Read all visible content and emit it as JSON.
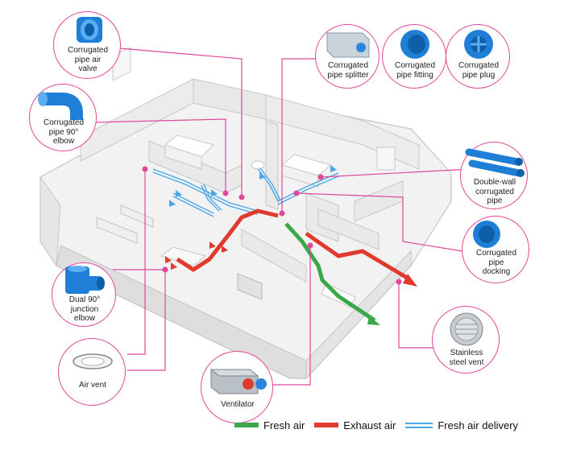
{
  "callouts": [
    {
      "id": "valve",
      "label": "Corrugated\npipe air\nvalve",
      "icon": "corrugated-pipe-air-valve-icon"
    },
    {
      "id": "elbow",
      "label": "Corrugated\npipe 90°\nelbow",
      "icon": "corrugated-pipe-elbow-icon"
    },
    {
      "id": "splitter",
      "label": "Corrugated\npipe splitter",
      "icon": "corrugated-pipe-splitter-icon"
    },
    {
      "id": "fitting",
      "label": "Corrugated\npipe fitting",
      "icon": "corrugated-pipe-fitting-icon"
    },
    {
      "id": "plug",
      "label": "Corrugated\npipe plug",
      "icon": "corrugated-pipe-plug-icon"
    },
    {
      "id": "doublewall",
      "label": "Double-wall\ncorrugated\npipe",
      "icon": "double-wall-pipe-icon"
    },
    {
      "id": "docking",
      "label": "Corrugated\npipe\ndocking",
      "icon": "pipe-docking-icon"
    },
    {
      "id": "junction",
      "label": "Dual 90°\njunction\nelbow",
      "icon": "dual-junction-elbow-icon"
    },
    {
      "id": "airvent",
      "label": "Air vent",
      "icon": "air-vent-icon"
    },
    {
      "id": "ventilator",
      "label": "Ventilator",
      "icon": "ventilator-icon"
    },
    {
      "id": "steelvent",
      "label": "Stainless\nsteel vent",
      "icon": "stainless-steel-vent-icon"
    }
  ],
  "legend": {
    "fresh_air": "Fresh air",
    "exhaust_air": "Exhaust air",
    "fresh_air_delivery": "Fresh air delivery"
  },
  "colors": {
    "fresh_air": "#3aa84a",
    "exhaust_air": "#e03a2e",
    "fresh_air_delivery": "#4aa8e8",
    "callout_line": "#e0489a",
    "pipe_blue": "#1f7fd6"
  }
}
